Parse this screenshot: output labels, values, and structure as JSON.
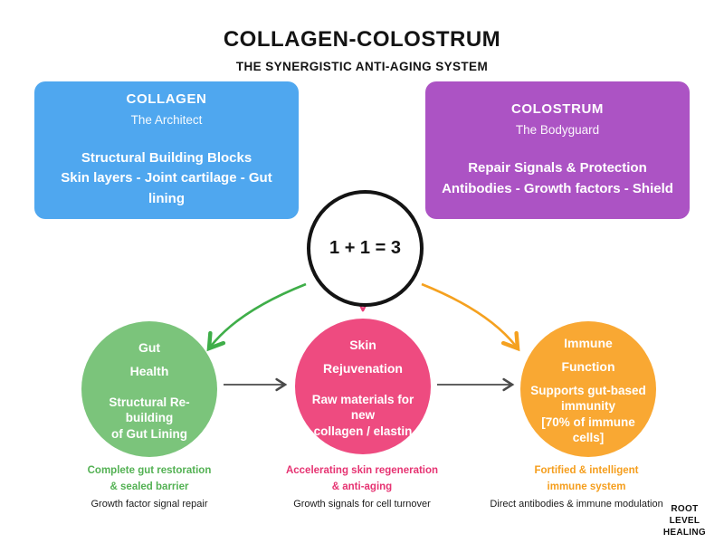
{
  "header": {
    "title": "COLLAGEN-COLOSTRUM",
    "subtitle": "THE SYNERGISTIC ANTI-AGING SYSTEM"
  },
  "cards": {
    "collagen": {
      "name": "COLLAGEN",
      "role": "The Architect",
      "desc_line1": "Structural Building Blocks",
      "desc_line2": "Skin layers - Joint cartilage - Gut lining",
      "color": "#4FA7EF"
    },
    "colostrum": {
      "name": "COLOSTRUM",
      "role": "The Bodyguard",
      "desc_line1": "Repair Signals & Protection",
      "desc_line2": "Antibodies - Growth factors - Shield",
      "color": "#AC53C4"
    }
  },
  "equation": "1 + 1 = 3",
  "nodes": {
    "gut": {
      "title_line1": "Gut",
      "title_line2": "Health",
      "desc_line1": "Structural Re-building",
      "desc_line2": "of Gut Lining",
      "color": "#7BC47B"
    },
    "skin": {
      "title_line1": "Skin",
      "title_line2": "Rejuvenation",
      "desc_line1": "Raw materials for new",
      "desc_line2": "collagen / elastin",
      "color": "#EE4B80"
    },
    "immune": {
      "title_line1": "Immune",
      "title_line2": "Function",
      "desc_line1": "Supports gut-based",
      "desc_line2": "immunity",
      "desc_line3": "[70% of immune cells]",
      "color": "#F9A833"
    }
  },
  "captions": {
    "gut": {
      "highlight_line1": "Complete gut restoration",
      "highlight_line2": "& sealed barrier",
      "note": "Growth factor signal repair",
      "color": "#53B153"
    },
    "skin": {
      "highlight_line1": "Accelerating skin regeneration",
      "highlight_line2": "& anti-aging",
      "note": "Growth signals for cell turnover",
      "color": "#E63372"
    },
    "immune": {
      "highlight_line1": "Fortified & intelligent",
      "highlight_line2": "immune system",
      "note": "Direct antibodies & immune modulation",
      "color": "#F59E1D"
    }
  },
  "logo": {
    "line1": "ROOT",
    "line2": "LEVEL",
    "line3": "HEALING"
  },
  "arrow_colors": {
    "green": "#3FAE49",
    "orange": "#F5A11F",
    "pink": "#E8417B",
    "gray": "#4a4a4a"
  }
}
